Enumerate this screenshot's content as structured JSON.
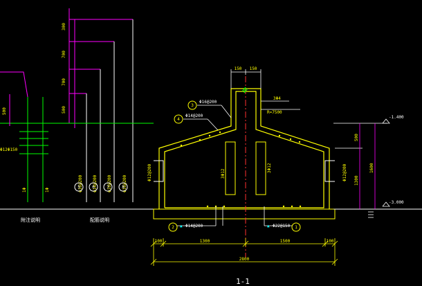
{
  "drawing": {
    "section_title": "1-1",
    "colors": {
      "background": "#000000",
      "concrete": "#ffff00",
      "dimension": "#ffff00",
      "annotation": "#ffffff",
      "elevation_dim": "#ff00ff",
      "centerline": "#ff0000",
      "leader": "#00ff00",
      "rebar": "#ff00ff",
      "accent": "#00ffff"
    },
    "top_dims": {
      "left": "150",
      "right": "150"
    },
    "bottom_dims": {
      "seg1": "100",
      "seg2": "1300",
      "seg3": "1500",
      "seg4": "100",
      "overall": "2800"
    },
    "right_elevations": {
      "top": "-1.400",
      "bottom": "-3.000",
      "dim_upper": "500",
      "dim_lower": "1300",
      "dim_overall": "1600"
    },
    "rebar_labels": {
      "top_callout": "Φ16@200",
      "mid_callout": "Φ14@200",
      "radius": "R=7500",
      "column": "3Φ4",
      "left_wall": "Φ12@200",
      "right_wall": "Φ12@200",
      "bottom_left": "Φ14@200",
      "bottom_right": "Φ22@150",
      "core_left": "3Φ12",
      "core_right": "3Φ12"
    },
    "circle_marks": {
      "c3": "3",
      "c4": "4",
      "c2": "2",
      "c1": "1",
      "l5": "5",
      "l6": "6",
      "l7": "7",
      "l8": "8"
    },
    "left_elevations": {
      "e1": "300",
      "e2": "700",
      "e3": "700",
      "e4": "500",
      "e5": "500"
    },
    "left_rebars": [
      "Φ16@200",
      "Φ14@200",
      "Φ16@200",
      "Φ16@200"
    ],
    "left_misc": {
      "b1": "1Φ",
      "b2": "1Φ",
      "tag": "Φ12Φ150",
      "note_left": "附注说明",
      "note_right": "配筋说明"
    }
  }
}
